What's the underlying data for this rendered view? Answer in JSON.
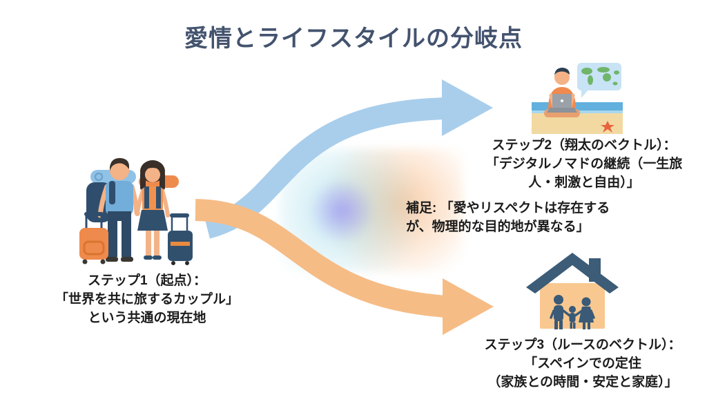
{
  "title": "愛情とライフスタイルの分岐点",
  "colors": {
    "title_text": "#43536E",
    "body_text": "#1B1B1B",
    "arrow_blue": "#A9CEEC",
    "arrow_orange": "#F6BC86",
    "navy": "#35536F",
    "accent_orange": "#F08A4E",
    "blob_purple": "#9678F8",
    "blob_teal": "#78CDE1",
    "blob_orange": "#F69E54"
  },
  "nodes": {
    "step1": {
      "lines": [
        "ステップ1（起点）：",
        "「世界を共に旅するカップル」",
        "という共通の現在地"
      ]
    },
    "step2": {
      "lines": [
        "ステップ2（翔太のベクトル）：",
        "「デジタルノマドの継続（一生旅",
        "人・刺激と自由）」"
      ]
    },
    "note": {
      "lines": [
        "補足: 「愛やリスペクトは存在する",
        "が、物理的な目的地が異なる」"
      ]
    },
    "step3": {
      "lines": [
        "ステップ3（ルースのベクトル）：",
        "「スペインでの定住",
        "（家族との時間・安定と家庭）」"
      ]
    }
  },
  "icons": {
    "couple": "traveling-couple-icon",
    "nomad": "digital-nomad-beach-icon",
    "house": "family-home-icon",
    "arrow_up": "blue-branch-arrow-icon",
    "arrow_down": "orange-branch-arrow-icon",
    "blob": "merge-gradient-blob"
  }
}
